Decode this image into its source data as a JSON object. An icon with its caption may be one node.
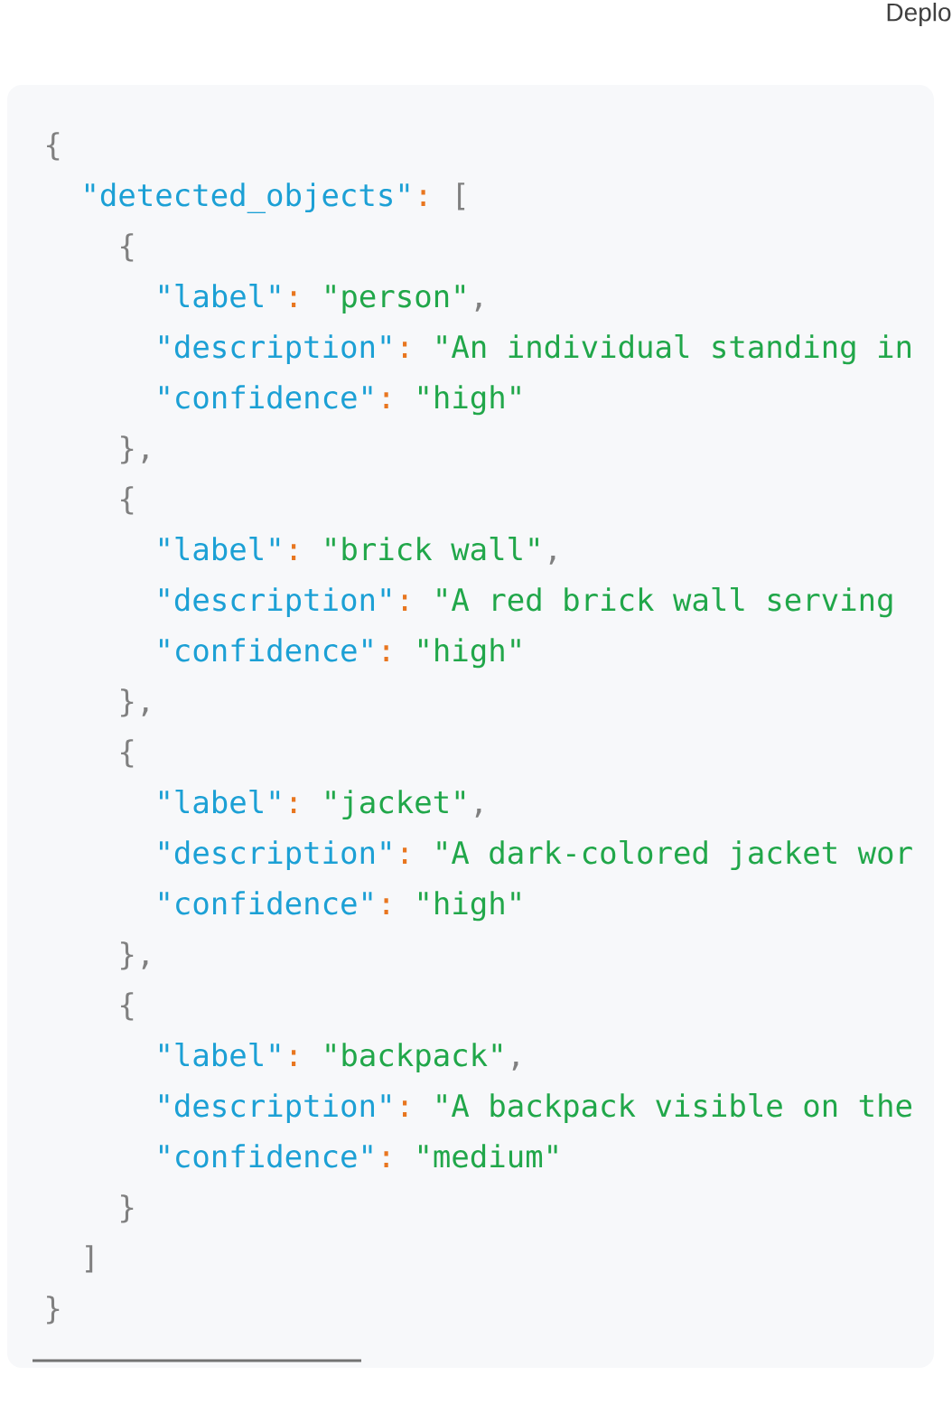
{
  "diagram": {
    "labels": [
      "Deplo",
      "{",
      "\"detected_objects\"",
      ":",
      "[",
      "{",
      "\"label\"",
      ":",
      "\"person\"",
      ",",
      "\"description\"",
      ":",
      "\"An individual standing in",
      "\"confidence\"",
      ":",
      "\"high\"",
      "},",
      "{",
      "\"label\"",
      ":",
      "\"brick wall\"",
      ",",
      "\"description\"",
      ":",
      "\"A red brick wall serving",
      "\"confidence\"",
      ":",
      "\"high\"",
      "},",
      "{",
      "\"label\"",
      ":",
      "\"jacket\"",
      ",",
      "\"description\"",
      ":",
      "\"A dark-colored jacket wor",
      "\"confidence\"",
      ":",
      "\"high\"",
      "},",
      "{",
      "\"label\"",
      ":",
      "\"backpack\"",
      ",",
      "\"description\"",
      ":",
      "\"A backpack visible on the",
      "\"confidence\"",
      ":",
      "\"medium\"",
      "}",
      "]",
      "}"
    ]
  }
}
